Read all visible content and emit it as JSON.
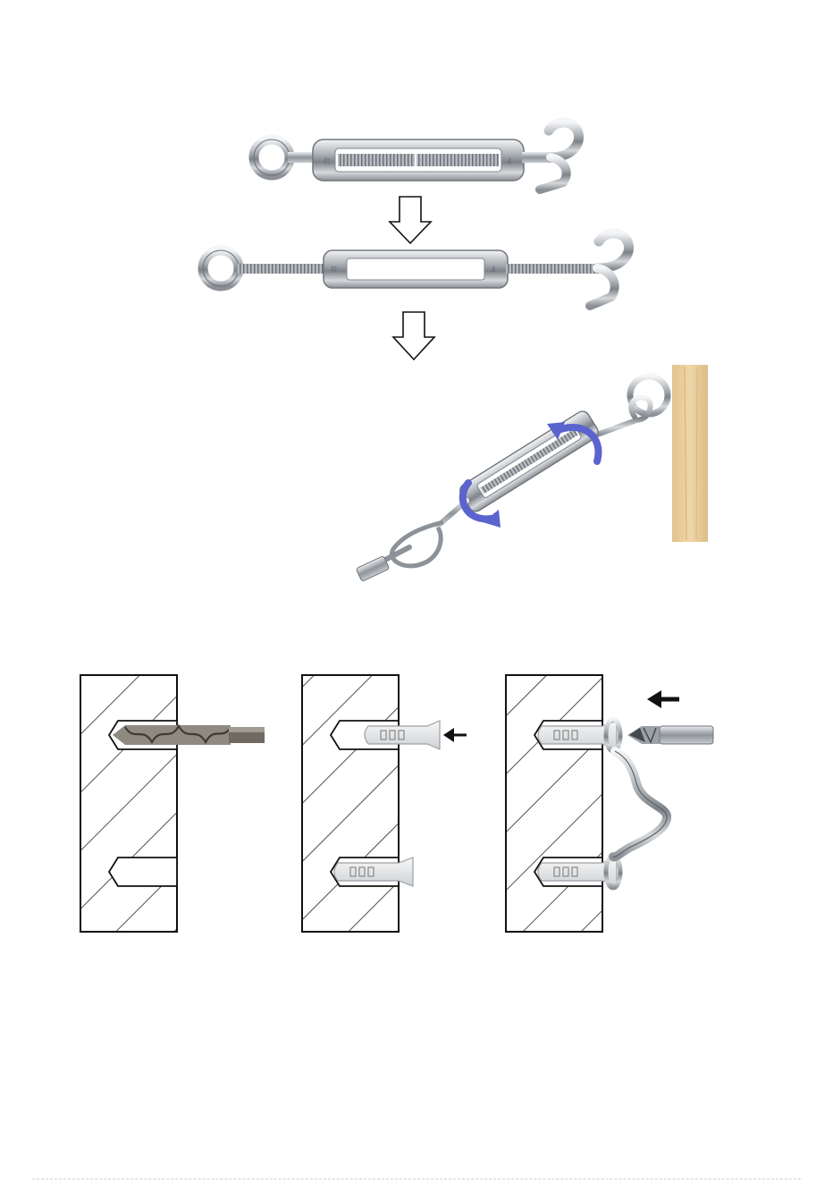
{
  "turnbuckle_marks": {
    "left": "R",
    "right": "4"
  },
  "colors": {
    "steel_dark": "#5a5e64",
    "steel_mid": "#9aa0a6",
    "steel_light": "#e6e8ea",
    "rotation_arrow": "#5b63cf",
    "wood": "#e9cfa0",
    "hatch": "#222222",
    "arrow_outline": "#111111"
  },
  "steps": [
    {
      "id": "closed-turnbuckle",
      "icon": "turnbuckle-closed-icon"
    },
    {
      "id": "open-turnbuckle",
      "icon": "turnbuckle-open-icon"
    },
    {
      "id": "install-tension",
      "icon": "turnbuckle-installed-icon"
    },
    {
      "id": "drill-holes",
      "icon": "drill-bit-icon"
    },
    {
      "id": "insert-anchors",
      "icon": "wall-anchor-icon"
    },
    {
      "id": "screw-pad-eye",
      "icon": "pad-eye-icon"
    }
  ]
}
